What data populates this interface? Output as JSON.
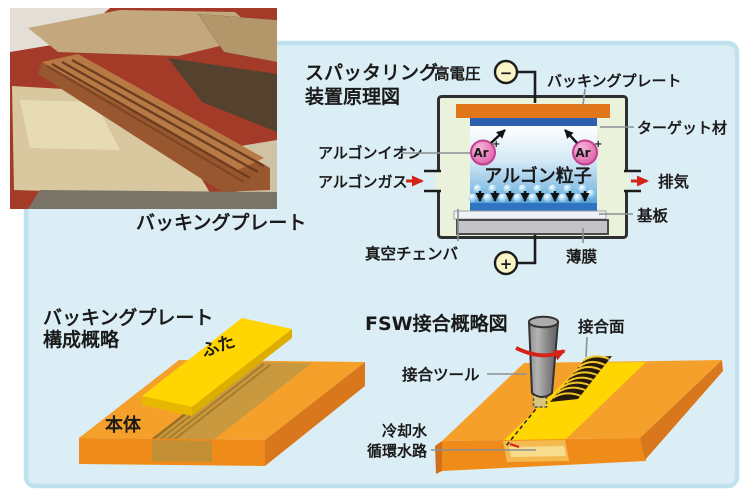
{
  "photo": {
    "caption": "バッキングプレート"
  },
  "sputter": {
    "title_line1": "スパッタリング",
    "title_line2": "装置原理図",
    "labels": {
      "high_voltage": "高電圧",
      "backing_plate": "バッキングプレート",
      "target": "ターゲット材",
      "argon_ion": "アルゴンイオン",
      "argon_gas": "アルゴンガス",
      "argon_particle": "アルゴン粒子",
      "exhaust": "排気",
      "substrate": "基板",
      "vacuum_chamber": "真空チェンバ",
      "thin_film": "薄膜",
      "minus": "−",
      "plus": "+",
      "ar": "Ar",
      "ar_plus": "+"
    }
  },
  "plate": {
    "title_line1": "バッキングプレート",
    "title_line2": "構成概略",
    "labels": {
      "lid": "ふた",
      "body": "本体"
    }
  },
  "fsw": {
    "title": "FSW接合概略図",
    "labels": {
      "joint_surface": "接合面",
      "joint_tool": "接合ツール",
      "cooling_line1": "冷却水",
      "cooling_line2": "循環水路"
    }
  },
  "colors": {
    "panel_bg": "#dceef5",
    "panel_border": "#bfe2ee",
    "chamber_bg": "#eaf2dc",
    "backing_plate_orange": "#e2761b",
    "target_blue": "#2d5fae",
    "argon_pink": "#db5ba6",
    "electrode_yellow": "#faf4c6",
    "slab_orange": "#f6a02c",
    "slab_front": "#ef8c19",
    "slab_side": "#d9771c",
    "lid_yellow": "#ffd502",
    "channel_tan": "#c8993e",
    "arrow_red": "#d42317"
  }
}
